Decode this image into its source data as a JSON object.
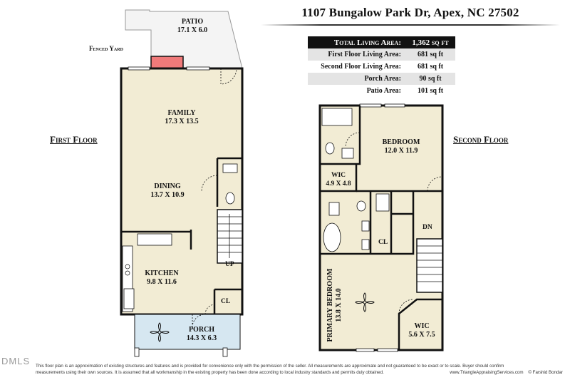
{
  "title": "1107 Bungalow Park Dr, Apex, NC 27502",
  "first_floor_label": "First Floor",
  "second_floor_label": "Second Floor",
  "fenced_yard": "Fenced Yard",
  "areas": [
    {
      "label": "Total Living Area:",
      "value": "1,362 sq ft"
    },
    {
      "label": "First Floor Living Area:",
      "value": "681 sq ft"
    },
    {
      "label": "Second Floor Living Area:",
      "value": "681 sq ft"
    },
    {
      "label": "Porch Area:",
      "value": "90 sq ft"
    },
    {
      "label": "Patio Area:",
      "value": "101 sq ft"
    }
  ],
  "rooms_first": {
    "patio": {
      "name": "PATIO",
      "dims": "17.1 X 6.0"
    },
    "family": {
      "name": "FAMILY",
      "dims": "17.3 X 13.5"
    },
    "dining": {
      "name": "DINING",
      "dims": "13.7 X 10.9"
    },
    "kitchen": {
      "name": "KITCHEN",
      "dims": "9.8 X 11.6"
    },
    "porch": {
      "name": "PORCH",
      "dims": "14.3 X 6.3"
    },
    "cl": "CL",
    "up": "UP"
  },
  "rooms_second": {
    "bedroom": {
      "name": "BEDROOM",
      "dims": "12.0 X 11.9"
    },
    "wic1": {
      "name": "WIC",
      "dims": "4.9 X 4.8"
    },
    "primary": {
      "name": "PRIMARY BEDROOM",
      "dims": "13.8 X 14.0"
    },
    "wic2": {
      "name": "WIC",
      "dims": "5.6 X 7.5"
    },
    "cl": "CL",
    "dn": "DN"
  },
  "footer": {
    "line1": "This floor plan is an approximation of existing structures and features and is provided for convenience only with the permission of the seller.  All measurements are approximate and not guaranteed to be exact or to scale.  Buyer should confirm",
    "line2": "measurements using their own sources.  It is assumed that all workmanship in the existing property has been done according to local industry standards and permits duly obtained.",
    "site": "www.TriangleAppraisingServices.com",
    "copyright": "© Farshid Bondar"
  },
  "watermark": "DMLS",
  "colors": {
    "floor": "#f2ecd4",
    "porch": "#d6e7f1",
    "fireplace": "#f07a7a",
    "patio": "#f4f4f4",
    "wall": "#111111"
  }
}
